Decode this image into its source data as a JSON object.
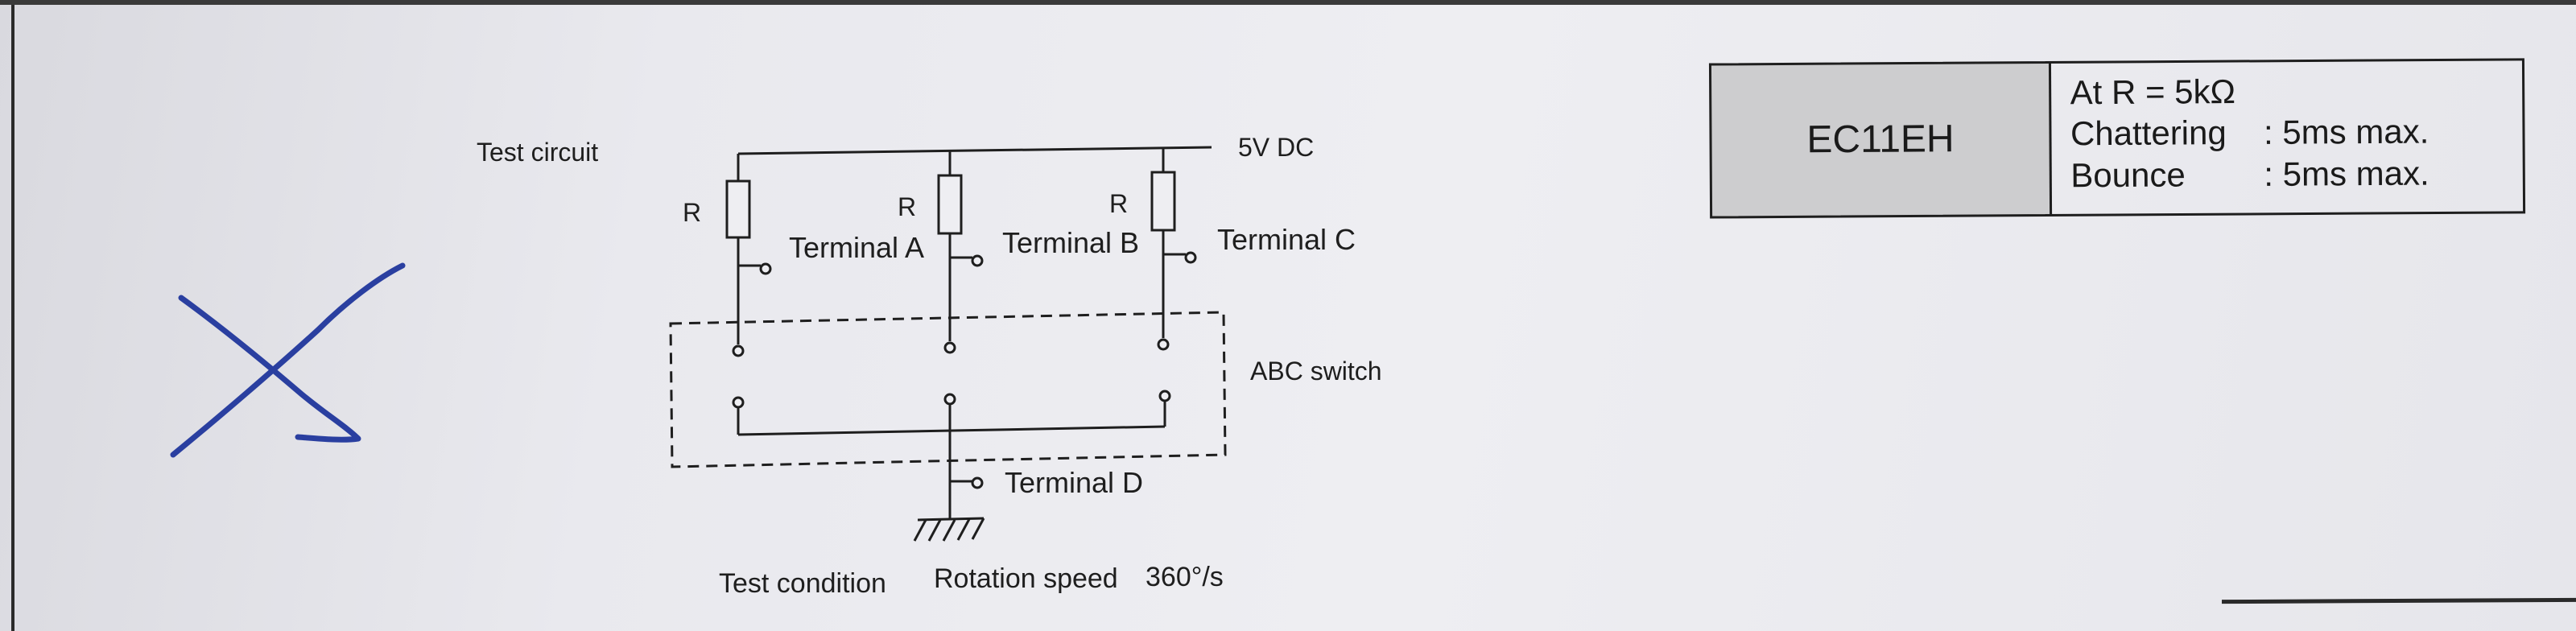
{
  "diagram": {
    "title": "Test circuit",
    "supply_label": "5V DC",
    "resistor_label": "R",
    "terminals": {
      "a": "Terminal A",
      "b": "Terminal B",
      "c": "Terminal C",
      "d": "Terminal D"
    },
    "switch_label": "ABC switch",
    "test_condition_label": "Test condition",
    "rotation_speed_label": "Rotation speed",
    "rotation_speed_value": "360°/s"
  },
  "spec_box": {
    "model": "EC11EH",
    "condition": "At R = 5kΩ",
    "chattering_label": "Chattering",
    "chattering_value": ": 5ms max.",
    "bounce_label": "Bounce",
    "bounce_value": ": 5ms max."
  },
  "colors": {
    "ink": "#1e1e1e",
    "model_cell_fill": "#cdcdcf",
    "pen_mark": "#2a3fa0"
  },
  "annotation": {
    "mark": "hand-drawn X"
  }
}
